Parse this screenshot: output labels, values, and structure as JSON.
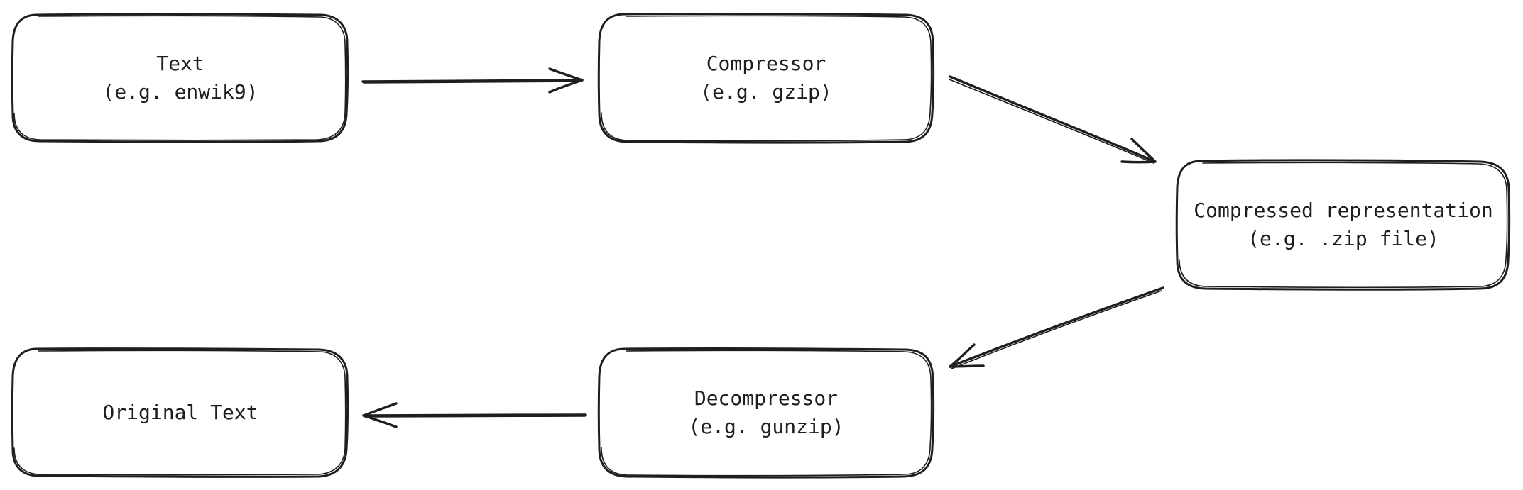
{
  "nodes": {
    "text": {
      "line1": "Text",
      "line2": "(e.g. enwik9)"
    },
    "compressor": {
      "line1": "Compressor",
      "line2": "(e.g. gzip)"
    },
    "compressed": {
      "line1": "Compressed representation",
      "line2": "(e.g. .zip file)"
    },
    "decompressor": {
      "line1": "Decompressor",
      "line2": "(e.g. gunzip)"
    },
    "original": {
      "line1": "Original Text"
    }
  },
  "colors": {
    "stroke": "#1e1e1e",
    "background": "#ffffff"
  }
}
